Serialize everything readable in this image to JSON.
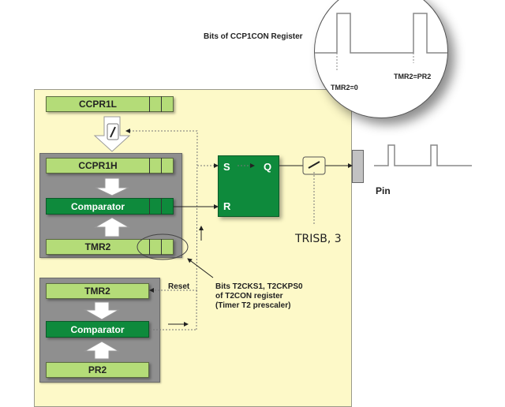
{
  "title": "Bits of CCP1CON Register",
  "registers": {
    "ccpr1l": "CCPR1L",
    "ccpr1h": "CCPR1H",
    "comparator_top": "Comparator",
    "tmr2_top": "TMR2",
    "tmr2_bottom": "TMR2",
    "comparator_bottom": "Comparator",
    "pr2": "PR2"
  },
  "flipflop": {
    "s": "S",
    "q": "Q",
    "r": "R"
  },
  "labels": {
    "reset": "Reset",
    "trisb": "TRISB, 3",
    "pin": "Pin",
    "prescaler_note": [
      "Bits T2CKS1, T2CKPS0",
      "of T2CON register",
      "(Timer T2 prescaler)"
    ]
  },
  "waveform": {
    "tmr2_zero": "TMR2=0",
    "tmr2_pr2": "TMR2=PR2"
  },
  "colors": {
    "panel": "#fdf9c8",
    "register": "#b4dc78",
    "comparator": "#0e8a3c",
    "group": "#8f8f8f"
  }
}
